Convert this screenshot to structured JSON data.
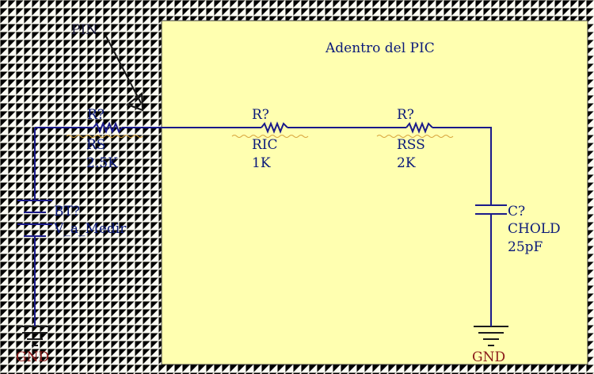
{
  "region": {
    "title": "Adentro del PIC",
    "fill_color": "#ffffb0"
  },
  "pin": {
    "label": "PIN"
  },
  "resistors": {
    "rs": {
      "designator": "R?",
      "name": "RS",
      "value": "2.5K"
    },
    "ric": {
      "designator": "R?",
      "name": "RIC",
      "value": "1K"
    },
    "rss": {
      "designator": "R?",
      "name": "RSS",
      "value": "2K"
    }
  },
  "battery": {
    "designator": "BT?",
    "name": "V_a_Medir"
  },
  "capacitor": {
    "designator": "C?",
    "name": "CHOLD",
    "value": "25pF"
  },
  "grounds": {
    "left": "GND",
    "right": "GND"
  },
  "colors": {
    "wire": "#1a1a8a",
    "text": "#0b1a7a",
    "gnd_text": "#8b1a1a",
    "background": "#fbfbf3"
  }
}
